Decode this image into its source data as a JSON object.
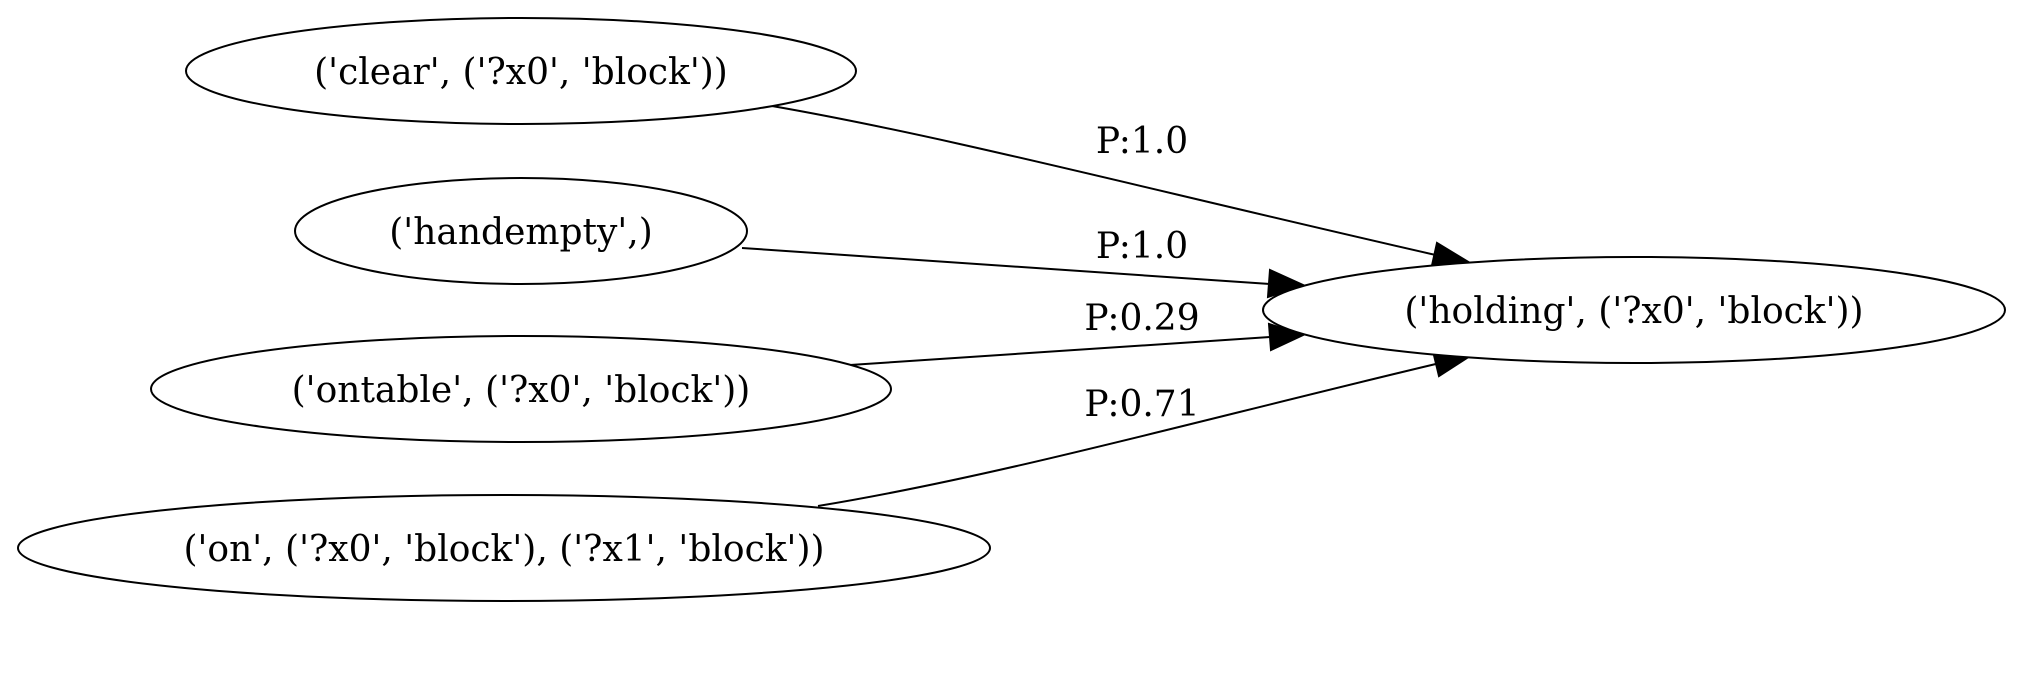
{
  "graph": {
    "nodes": [
      {
        "id": "clear",
        "label": "('clear', ('?x0', 'block'))"
      },
      {
        "id": "handempty",
        "label": "('handempty',)"
      },
      {
        "id": "ontable",
        "label": "('ontable', ('?x0', 'block'))"
      },
      {
        "id": "on",
        "label": "('on', ('?x0', 'block'), ('?x1', 'block'))"
      },
      {
        "id": "holding",
        "label": "('holding', ('?x0', 'block'))"
      }
    ],
    "edges": [
      {
        "from": "clear",
        "to": "holding",
        "label": "P:1.0"
      },
      {
        "from": "handempty",
        "to": "holding",
        "label": "P:1.0"
      },
      {
        "from": "ontable",
        "to": "holding",
        "label": "P:0.29"
      },
      {
        "from": "on",
        "to": "holding",
        "label": "P:0.71"
      }
    ]
  }
}
